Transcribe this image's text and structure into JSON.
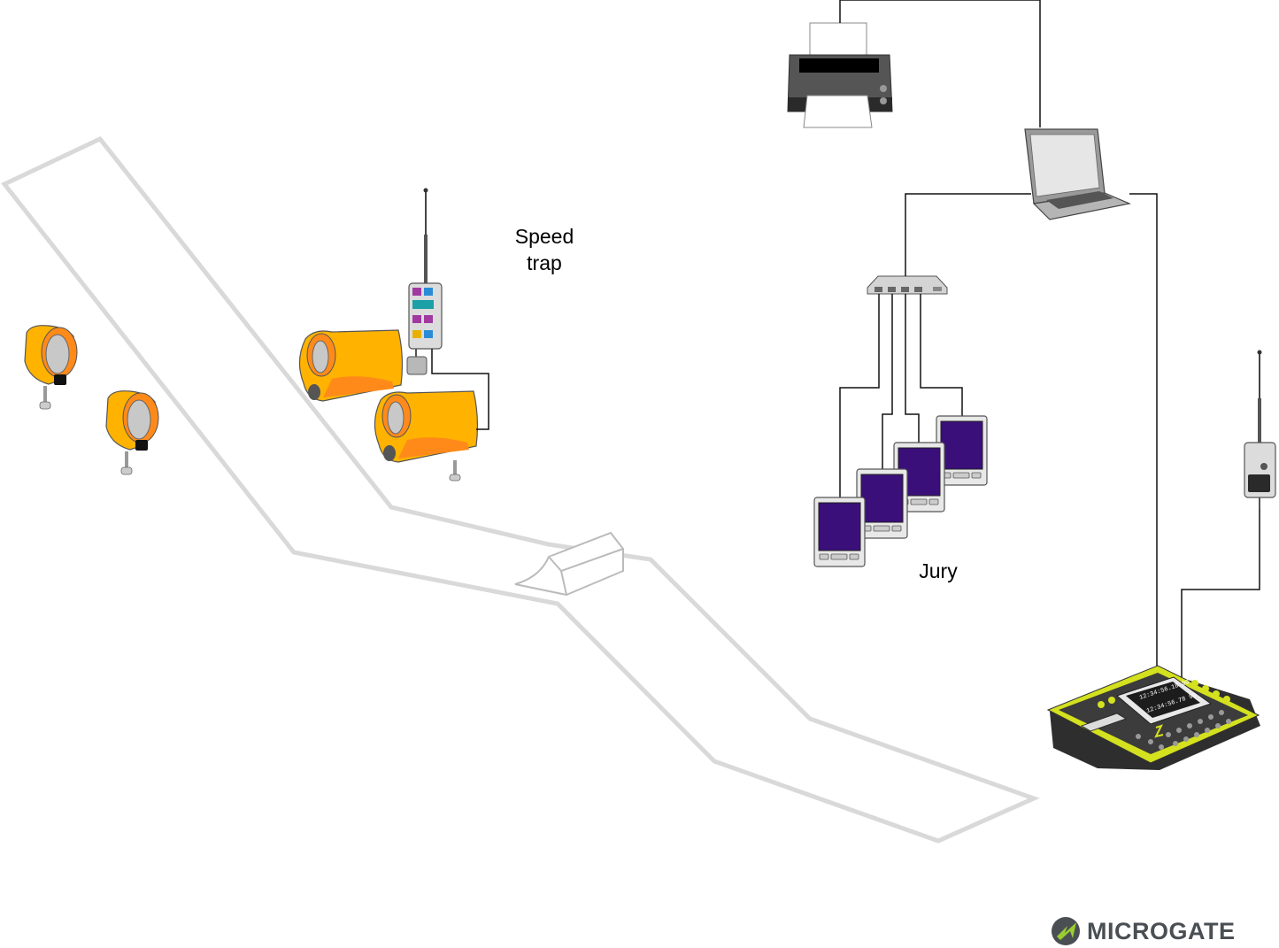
{
  "labels": {
    "speed_trap": "Speed\ntrap",
    "jury": "Jury"
  },
  "brand": {
    "name": "MICROGATE"
  },
  "colors": {
    "track": "#d9d9d9",
    "photocell": "#ffb300",
    "photocell_accent": "#ff8a1a",
    "pda_screen": "#3a0f7a",
    "console_accent": "#d4e11e",
    "brand_icon": "#9acd32"
  },
  "icons": [
    "printer-icon",
    "laptop-icon",
    "network-switch-icon",
    "pda-icon",
    "photocell-icon",
    "radio-transmitter-icon",
    "timer-console-icon",
    "ski-jump-ramp-icon",
    "microgate-logo-icon"
  ]
}
